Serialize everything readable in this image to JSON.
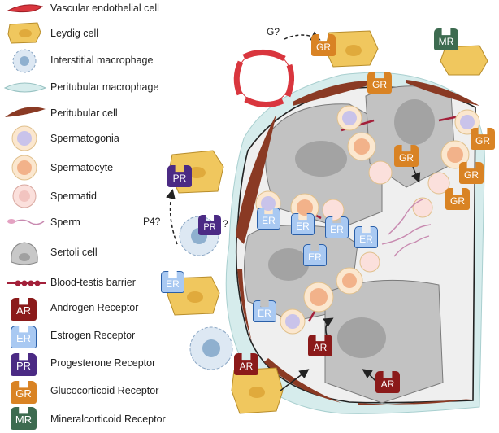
{
  "legend": {
    "items": [
      {
        "label": "Vascular endothelial cell",
        "icon": "vascular-endothelial-cell-icon"
      },
      {
        "label": "Leydig cell",
        "icon": "leydig-cell-icon"
      },
      {
        "label": "Interstitial macrophage",
        "icon": "interstitial-macrophage-icon"
      },
      {
        "label": "Peritubular macrophage",
        "icon": "peritubular-macrophage-icon"
      },
      {
        "label": "Peritubular cell",
        "icon": "peritubular-cell-icon"
      },
      {
        "label": "Spermatogonia",
        "icon": "spermatogonia-icon"
      },
      {
        "label": "Spermatocyte",
        "icon": "spermatocyte-icon"
      },
      {
        "label": "Spermatid",
        "icon": "spermatid-icon"
      },
      {
        "label": "Sperm",
        "icon": "sperm-icon"
      },
      {
        "label": "Sertoli cell",
        "icon": "sertoli-cell-icon"
      },
      {
        "label": "Blood-testis barrier",
        "icon": "blood-testis-barrier-icon"
      },
      {
        "label": "Androgen Receptor",
        "icon": "androgen-receptor-icon",
        "abbr": "AR"
      },
      {
        "label": "Estrogen Receptor",
        "icon": "estrogen-receptor-icon",
        "abbr": "ER"
      },
      {
        "label": "Progesterone Receptor",
        "icon": "progesterone-receptor-icon",
        "abbr": "PR"
      },
      {
        "label": "Glucocorticoid Receptor",
        "icon": "glucocorticoid-receptor-icon",
        "abbr": "GR"
      },
      {
        "label": "Mineralcorticoid Receptor",
        "icon": "mineralcorticoid-receptor-icon",
        "abbr": "MR"
      }
    ]
  },
  "annotations": {
    "g": "G?",
    "p4": "P4?",
    "pr_question": "?"
  },
  "receptors": {
    "ar": "AR",
    "er": "ER",
    "pr": "PR",
    "gr": "GR",
    "mr": "MR"
  },
  "colors": {
    "ar": "#8b1a1a",
    "er": "#a9c9f2",
    "er_border": "#2a5fa8",
    "pr": "#4b2a84",
    "gr": "#d98324",
    "mr": "#3d6b50",
    "leydig": "#f0c75e",
    "sertoli": "#c8c8c8",
    "peritubular_macrophage": "#d6ecec",
    "peritubular_cell": "#8a3a24",
    "vascular": "#d9363e",
    "btb": "#a3203a",
    "germ_cell": "#fbe7cf",
    "interstitial_macrophage": "#dde8f3"
  }
}
